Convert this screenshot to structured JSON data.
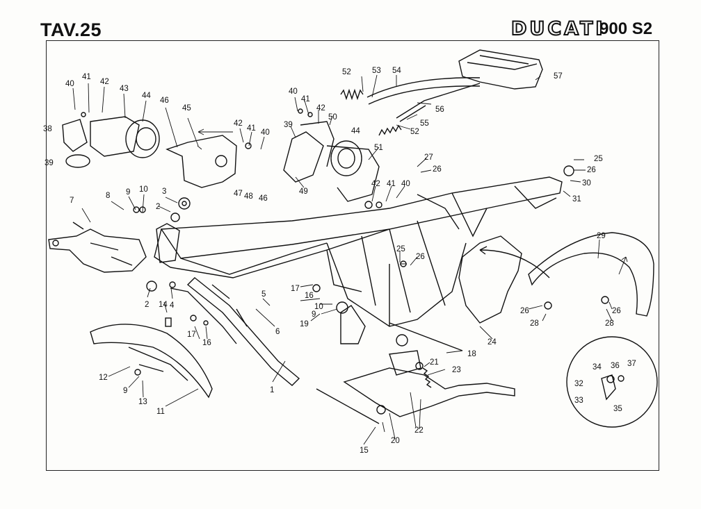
{
  "header": {
    "plate": "TAV.25",
    "brand": "DUCATI",
    "model": "900 S2"
  },
  "callouts": {
    "n1": "1",
    "n2a": "2",
    "n2b": "2",
    "n3": "3",
    "n4": "4",
    "n5": "5",
    "n6": "6",
    "n7": "7",
    "n8": "8",
    "n9a": "9",
    "n9b": "9",
    "n9c": "9",
    "n10a": "10",
    "n10b": "10",
    "n11": "11",
    "n12": "12",
    "n13": "13",
    "n14": "14",
    "n15": "15",
    "n16a": "16",
    "n16b": "16",
    "n17a": "17",
    "n17b": "17",
    "n18": "18",
    "n19": "19",
    "n20": "20",
    "n21": "21",
    "n22": "22",
    "n23": "23",
    "n24": "24",
    "n25a": "25",
    "n25b": "25",
    "n26a": "26",
    "n26b": "26",
    "n26c": "26",
    "n26d": "26",
    "n26e": "26",
    "n27": "27",
    "n28a": "28",
    "n28b": "28",
    "n29": "29",
    "n30": "30",
    "n31": "31",
    "n32": "32",
    "n33": "33",
    "n34": "34",
    "n35": "35",
    "n36": "36",
    "n37": "37",
    "n38": "38",
    "n39a": "39",
    "n39b": "39",
    "n40a": "40",
    "n40b": "40",
    "n40c": "40",
    "n40d": "40",
    "n41a": "41",
    "n41b": "41",
    "n41c": "41",
    "n41d": "41",
    "n42a": "42",
    "n42b": "42",
    "n42c": "42",
    "n42d": "42",
    "n43": "43",
    "n44a": "44",
    "n44b": "44",
    "n45": "45",
    "n46a": "46",
    "n46b": "46",
    "n47": "47",
    "n48": "48",
    "n49": "49",
    "n50": "50",
    "n51": "51",
    "n52a": "52",
    "n52b": "52",
    "n53": "53",
    "n54": "54",
    "n55": "55",
    "n56": "56",
    "n57": "57"
  }
}
